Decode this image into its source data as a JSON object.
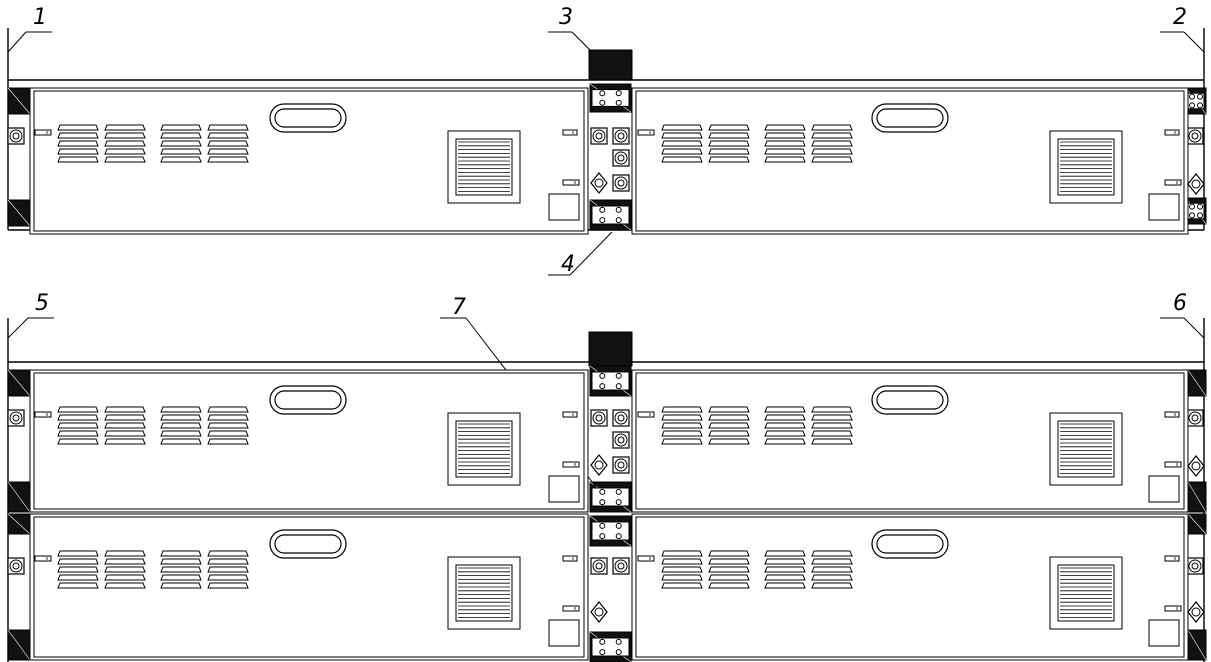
{
  "callouts": {
    "c1": "1",
    "c2": "2",
    "c3": "3",
    "c4": "4",
    "c5": "5",
    "c6": "6",
    "c7": "7"
  },
  "colors": {
    "line": "#000000",
    "fill": "#ffffff",
    "block": "#111111",
    "grille_line": "#333333"
  },
  "icons": {
    "connector": "round-connector-icon",
    "diamond_connector": "diamond-connector-icon",
    "indicator": "indicator-lamp-icon",
    "bracket": "mounting-bracket-icon",
    "vent": "vent-slot-icon",
    "grille": "fan-grille-icon",
    "handle": "handle-icon"
  }
}
